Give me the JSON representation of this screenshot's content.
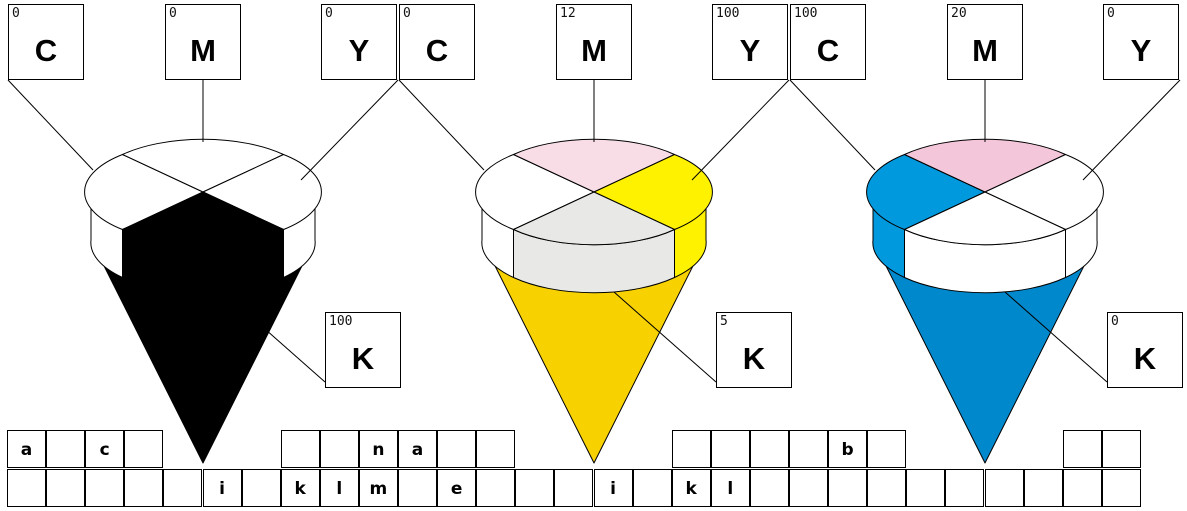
{
  "diagrams": [
    {
      "cmyk": [
        {
          "letter": "C",
          "value": "0"
        },
        {
          "letter": "M",
          "value": "0"
        },
        {
          "letter": "Y",
          "value": "0"
        },
        {
          "letter": "K",
          "value": "100"
        }
      ],
      "colors": {
        "c": "#ffffff",
        "m": "#ffffff",
        "y": "#ffffff",
        "k": "#000000",
        "cone": "#000000"
      }
    },
    {
      "cmyk": [
        {
          "letter": "C",
          "value": "0"
        },
        {
          "letter": "M",
          "value": "12"
        },
        {
          "letter": "Y",
          "value": "100"
        },
        {
          "letter": "K",
          "value": "5"
        }
      ],
      "colors": {
        "c": "#ffffff",
        "m": "#f8dde7",
        "y": "#fff200",
        "k": "#e8e9e6",
        "cone": "#f7d100"
      }
    },
    {
      "cmyk": [
        {
          "letter": "C",
          "value": "100"
        },
        {
          "letter": "M",
          "value": "20"
        },
        {
          "letter": "Y",
          "value": "0"
        },
        {
          "letter": "K",
          "value": "0"
        }
      ],
      "colors": {
        "c": "#0099dd",
        "m": "#f4c6da",
        "y": "#ffffff",
        "k": "#ffffff",
        "cone": "#0088cc"
      }
    }
  ],
  "letter_rows": [
    [
      "a",
      "",
      "c",
      "",
      "",
      "",
      "",
      "",
      "",
      "n",
      "a",
      "",
      "",
      "",
      "",
      "",
      "",
      "",
      "",
      "",
      "",
      "b",
      "",
      "",
      "",
      "",
      "",
      "",
      ""
    ],
    [
      "",
      "",
      "",
      "",
      "",
      "i",
      "",
      "k",
      "l",
      "m",
      "",
      "e",
      "",
      "",
      "",
      "i",
      "",
      "k",
      "l",
      "",
      "",
      "",
      "",
      "",
      "",
      "",
      "",
      "",
      ""
    ]
  ]
}
